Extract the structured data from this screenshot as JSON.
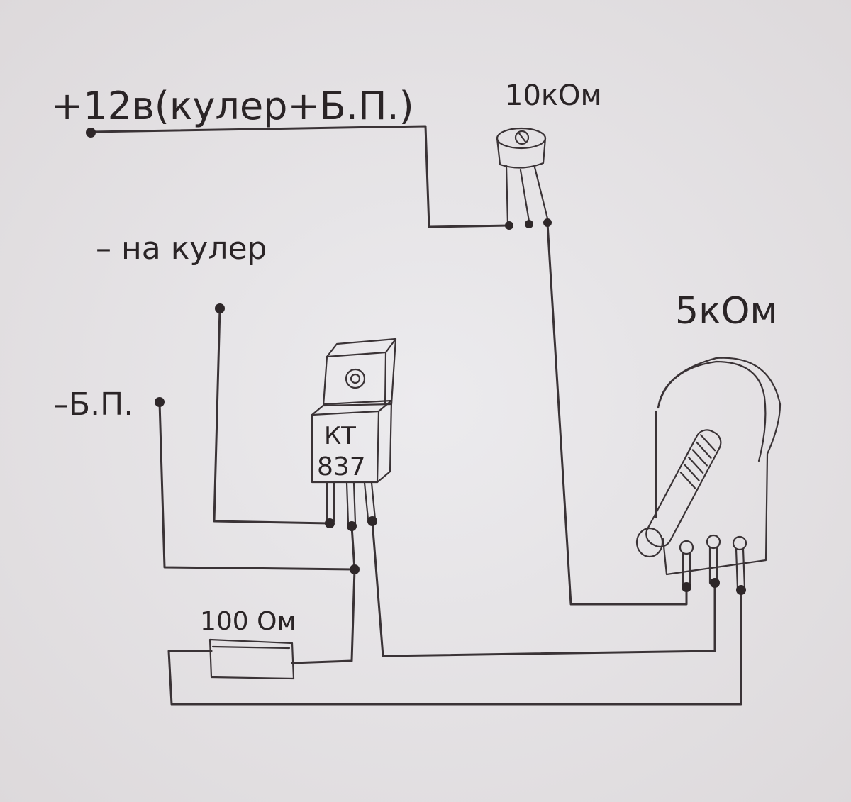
{
  "labels": {
    "plus_supply": "+12в(кулер+Б.П.)",
    "trimmer_value": "10кОм",
    "minus_cooler": "– на кулер",
    "minus_psu": "–Б.П.",
    "pot_value": "5кОм",
    "resistor_value": "100 Ом",
    "transistor_line1": "КТ",
    "transistor_line2": "837"
  }
}
